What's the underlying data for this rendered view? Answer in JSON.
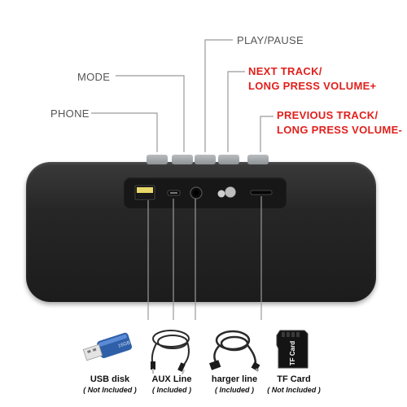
{
  "callouts": {
    "play_pause": "PLAY/PAUSE",
    "mode": "MODE",
    "next_track_line1": "NEXT TRACK/",
    "next_track_line2": "LONG PRESS VOLUME+",
    "phone": "PHONE",
    "previous_track_line1": "PREVIOUS TRACK/",
    "previous_track_line2": "LONG PRESS VOLUME-"
  },
  "accessories": [
    {
      "label": "USB disk",
      "note": "( Not Included )"
    },
    {
      "label": "AUX Line",
      "note": "( Included )"
    },
    {
      "label": "harger line",
      "note": "( Included )"
    },
    {
      "label": "TF Card",
      "note": "( Not Included )"
    }
  ],
  "tf_card_text": "TF Card",
  "colors": {
    "label_gray": "#555555",
    "label_red": "#e0201c",
    "speaker_body": "#222222",
    "usb_blue": "#2f5fa8"
  },
  "icons": {
    "usb_port": "usb-port-icon",
    "micro_usb_port": "micro-usb-port-icon",
    "aux_jack": "aux-jack-icon",
    "tf_slot": "tf-card-slot-icon"
  }
}
